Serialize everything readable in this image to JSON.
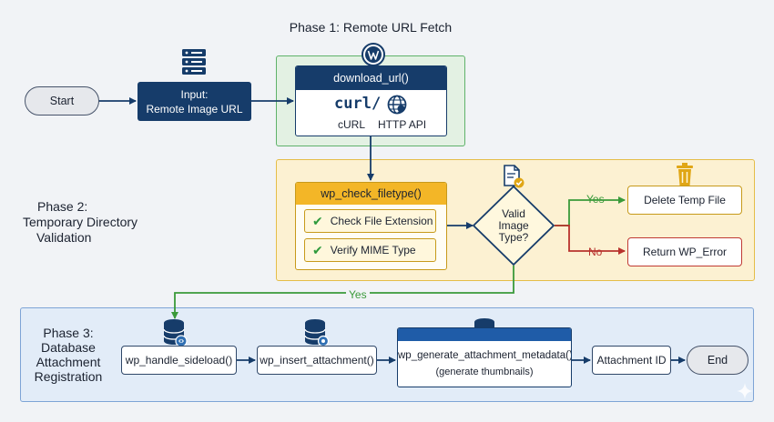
{
  "phase1": {
    "title": "Phase 1: Remote URL Fetch"
  },
  "phase2": {
    "title_lines": [
      "Phase 2:",
      "Temporary Directory",
      "Validation"
    ]
  },
  "phase3": {
    "title_lines": [
      "Phase 3:",
      "Database",
      "Attachment",
      "Registration"
    ]
  },
  "nodes": {
    "start": "Start",
    "input_lines": [
      "Input:",
      "Remote Image URL"
    ],
    "download": {
      "title": "download_url()",
      "curl_logo": "curl/",
      "curl_label": "cURL",
      "http_label": "HTTP API"
    },
    "check_filetype": {
      "title": "wp_check_filetype()",
      "items": [
        "Check File Extension",
        "Verify MIME Type"
      ]
    },
    "decision_lines": [
      "Valid",
      "Image",
      "Type?"
    ],
    "delete_temp": "Delete Temp File",
    "return_error": "Return WP_Error",
    "sideload": "wp_handle_sideload()",
    "insert": "wp_insert_attachment()",
    "generate_lines": [
      "wp_generate_attachment_metadata()",
      "(generate thumbnails)"
    ],
    "attachment_id": "Attachment ID",
    "end": "End"
  },
  "edges": {
    "yes_label": "Yes",
    "no_label": "No"
  },
  "colors": {
    "navy": "#163c6a",
    "phase1_fill": "#e3f1e3",
    "phase1_border": "#5fb26a",
    "phase2_fill": "#fcf1d2",
    "phase2_border": "#e5bd48",
    "phase3_fill": "#e2ecf8",
    "phase3_border": "#7ea4d6",
    "yes_green": "#3a9a3a",
    "no_red": "#b8322d",
    "error_red": "#c03a33"
  },
  "icons": [
    "server-icon",
    "wordpress-icon",
    "globe-icon",
    "document-check-icon",
    "trash-icon",
    "database-icon",
    "database-gear-icon",
    "sparkle-icon"
  ]
}
